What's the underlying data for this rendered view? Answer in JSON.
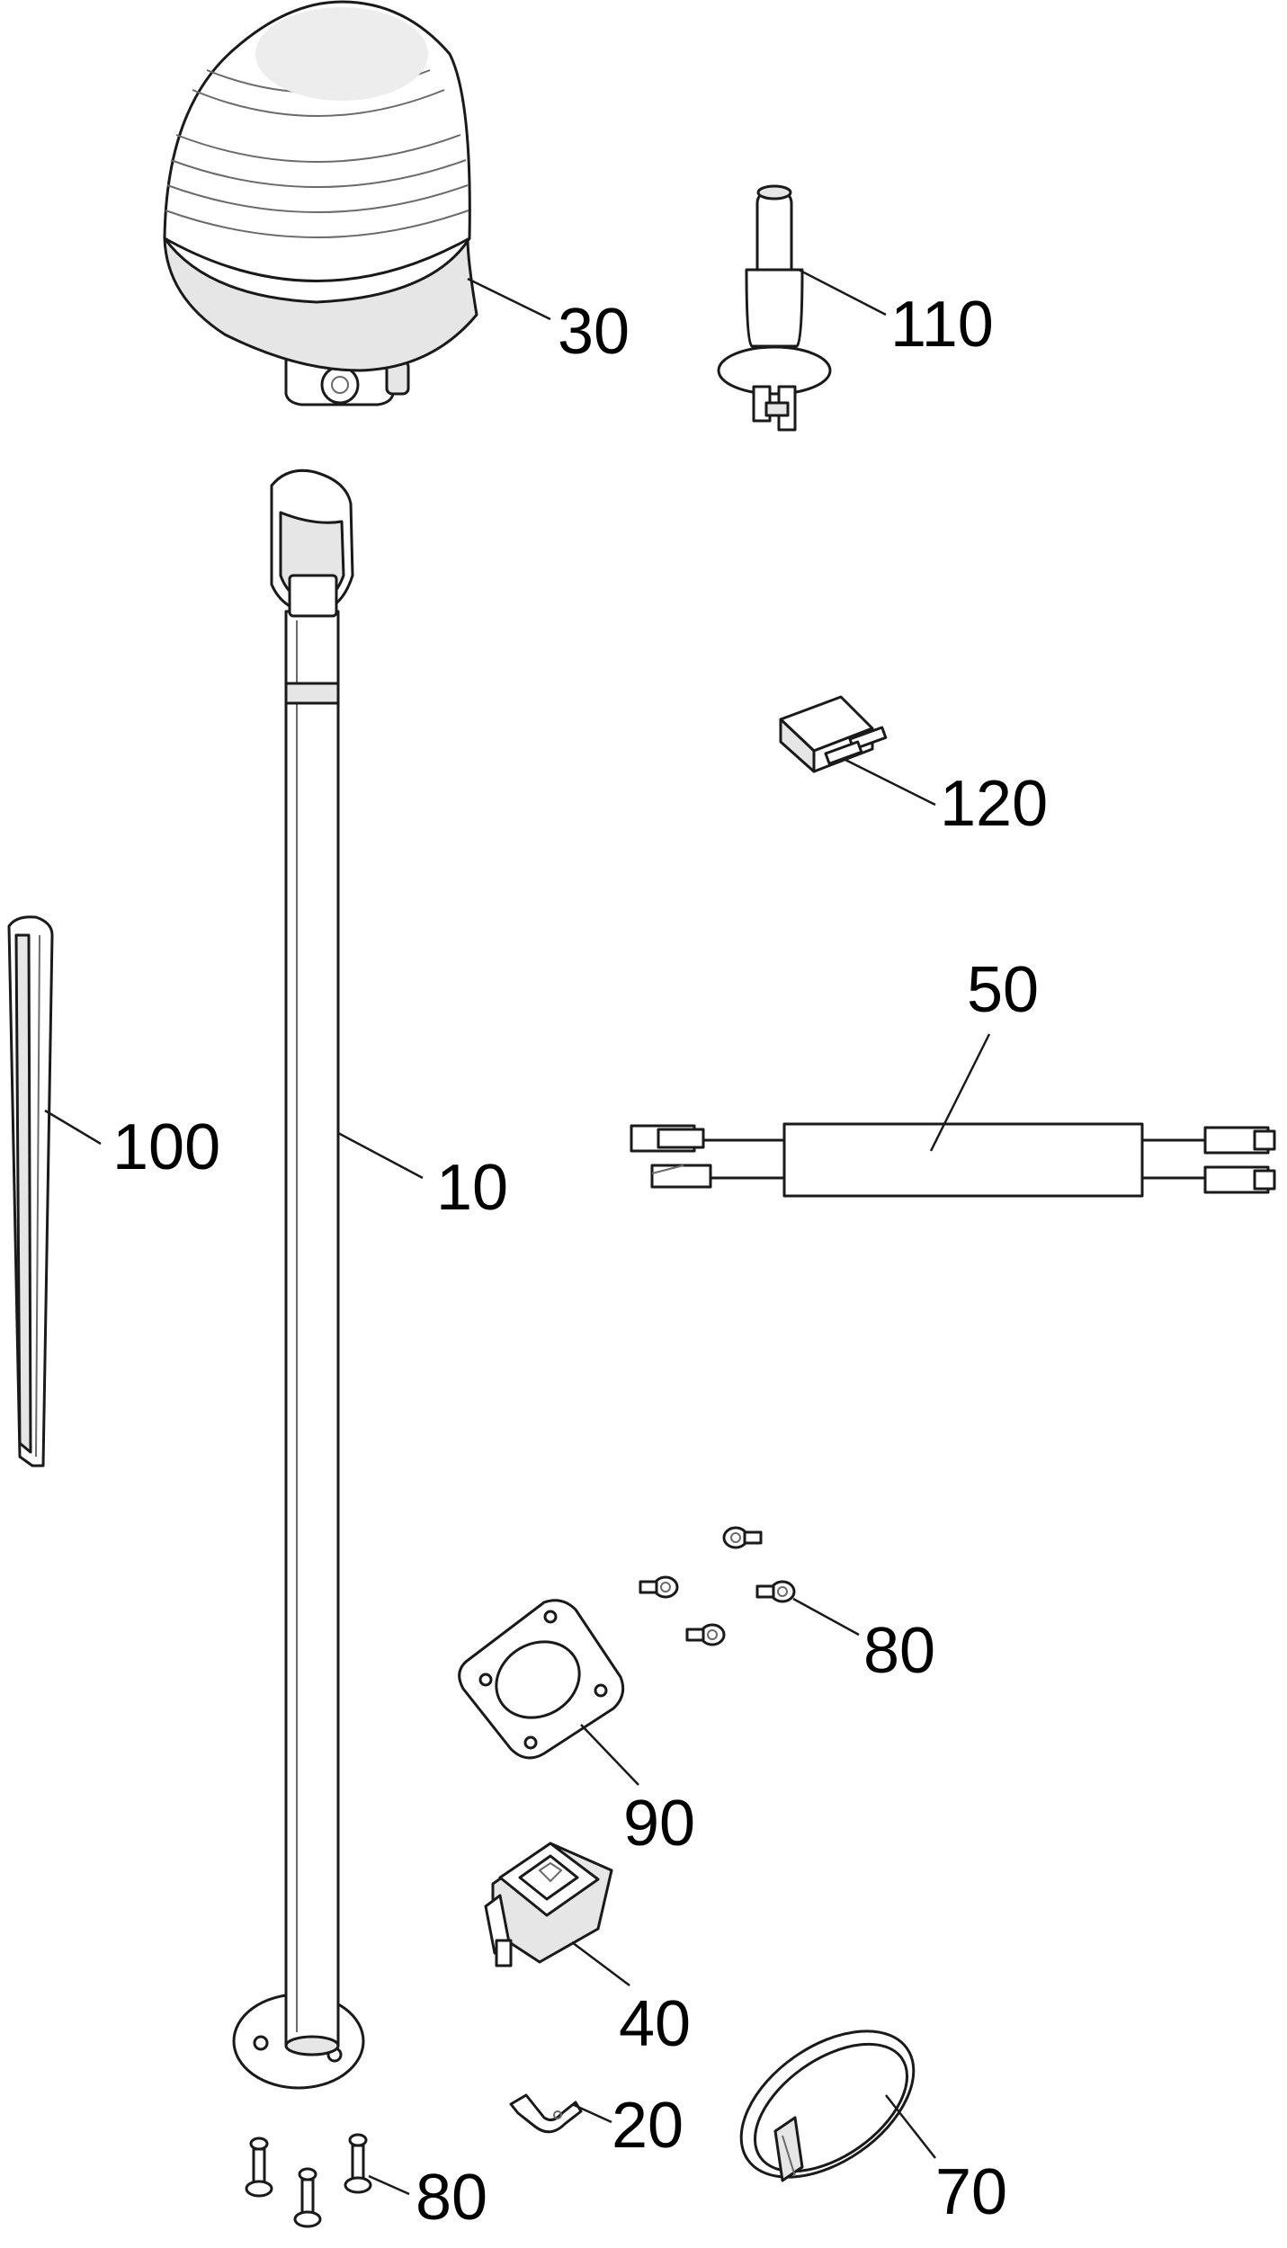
{
  "callouts": {
    "beacon": "30",
    "plug": "110",
    "fuse": "120",
    "harness": "50",
    "edge_trim": "100",
    "pole": "10",
    "screws_upper": "80",
    "gasket": "90",
    "switch": "40",
    "clip": "20",
    "cable_tie": "70",
    "screws_lower": "80"
  }
}
